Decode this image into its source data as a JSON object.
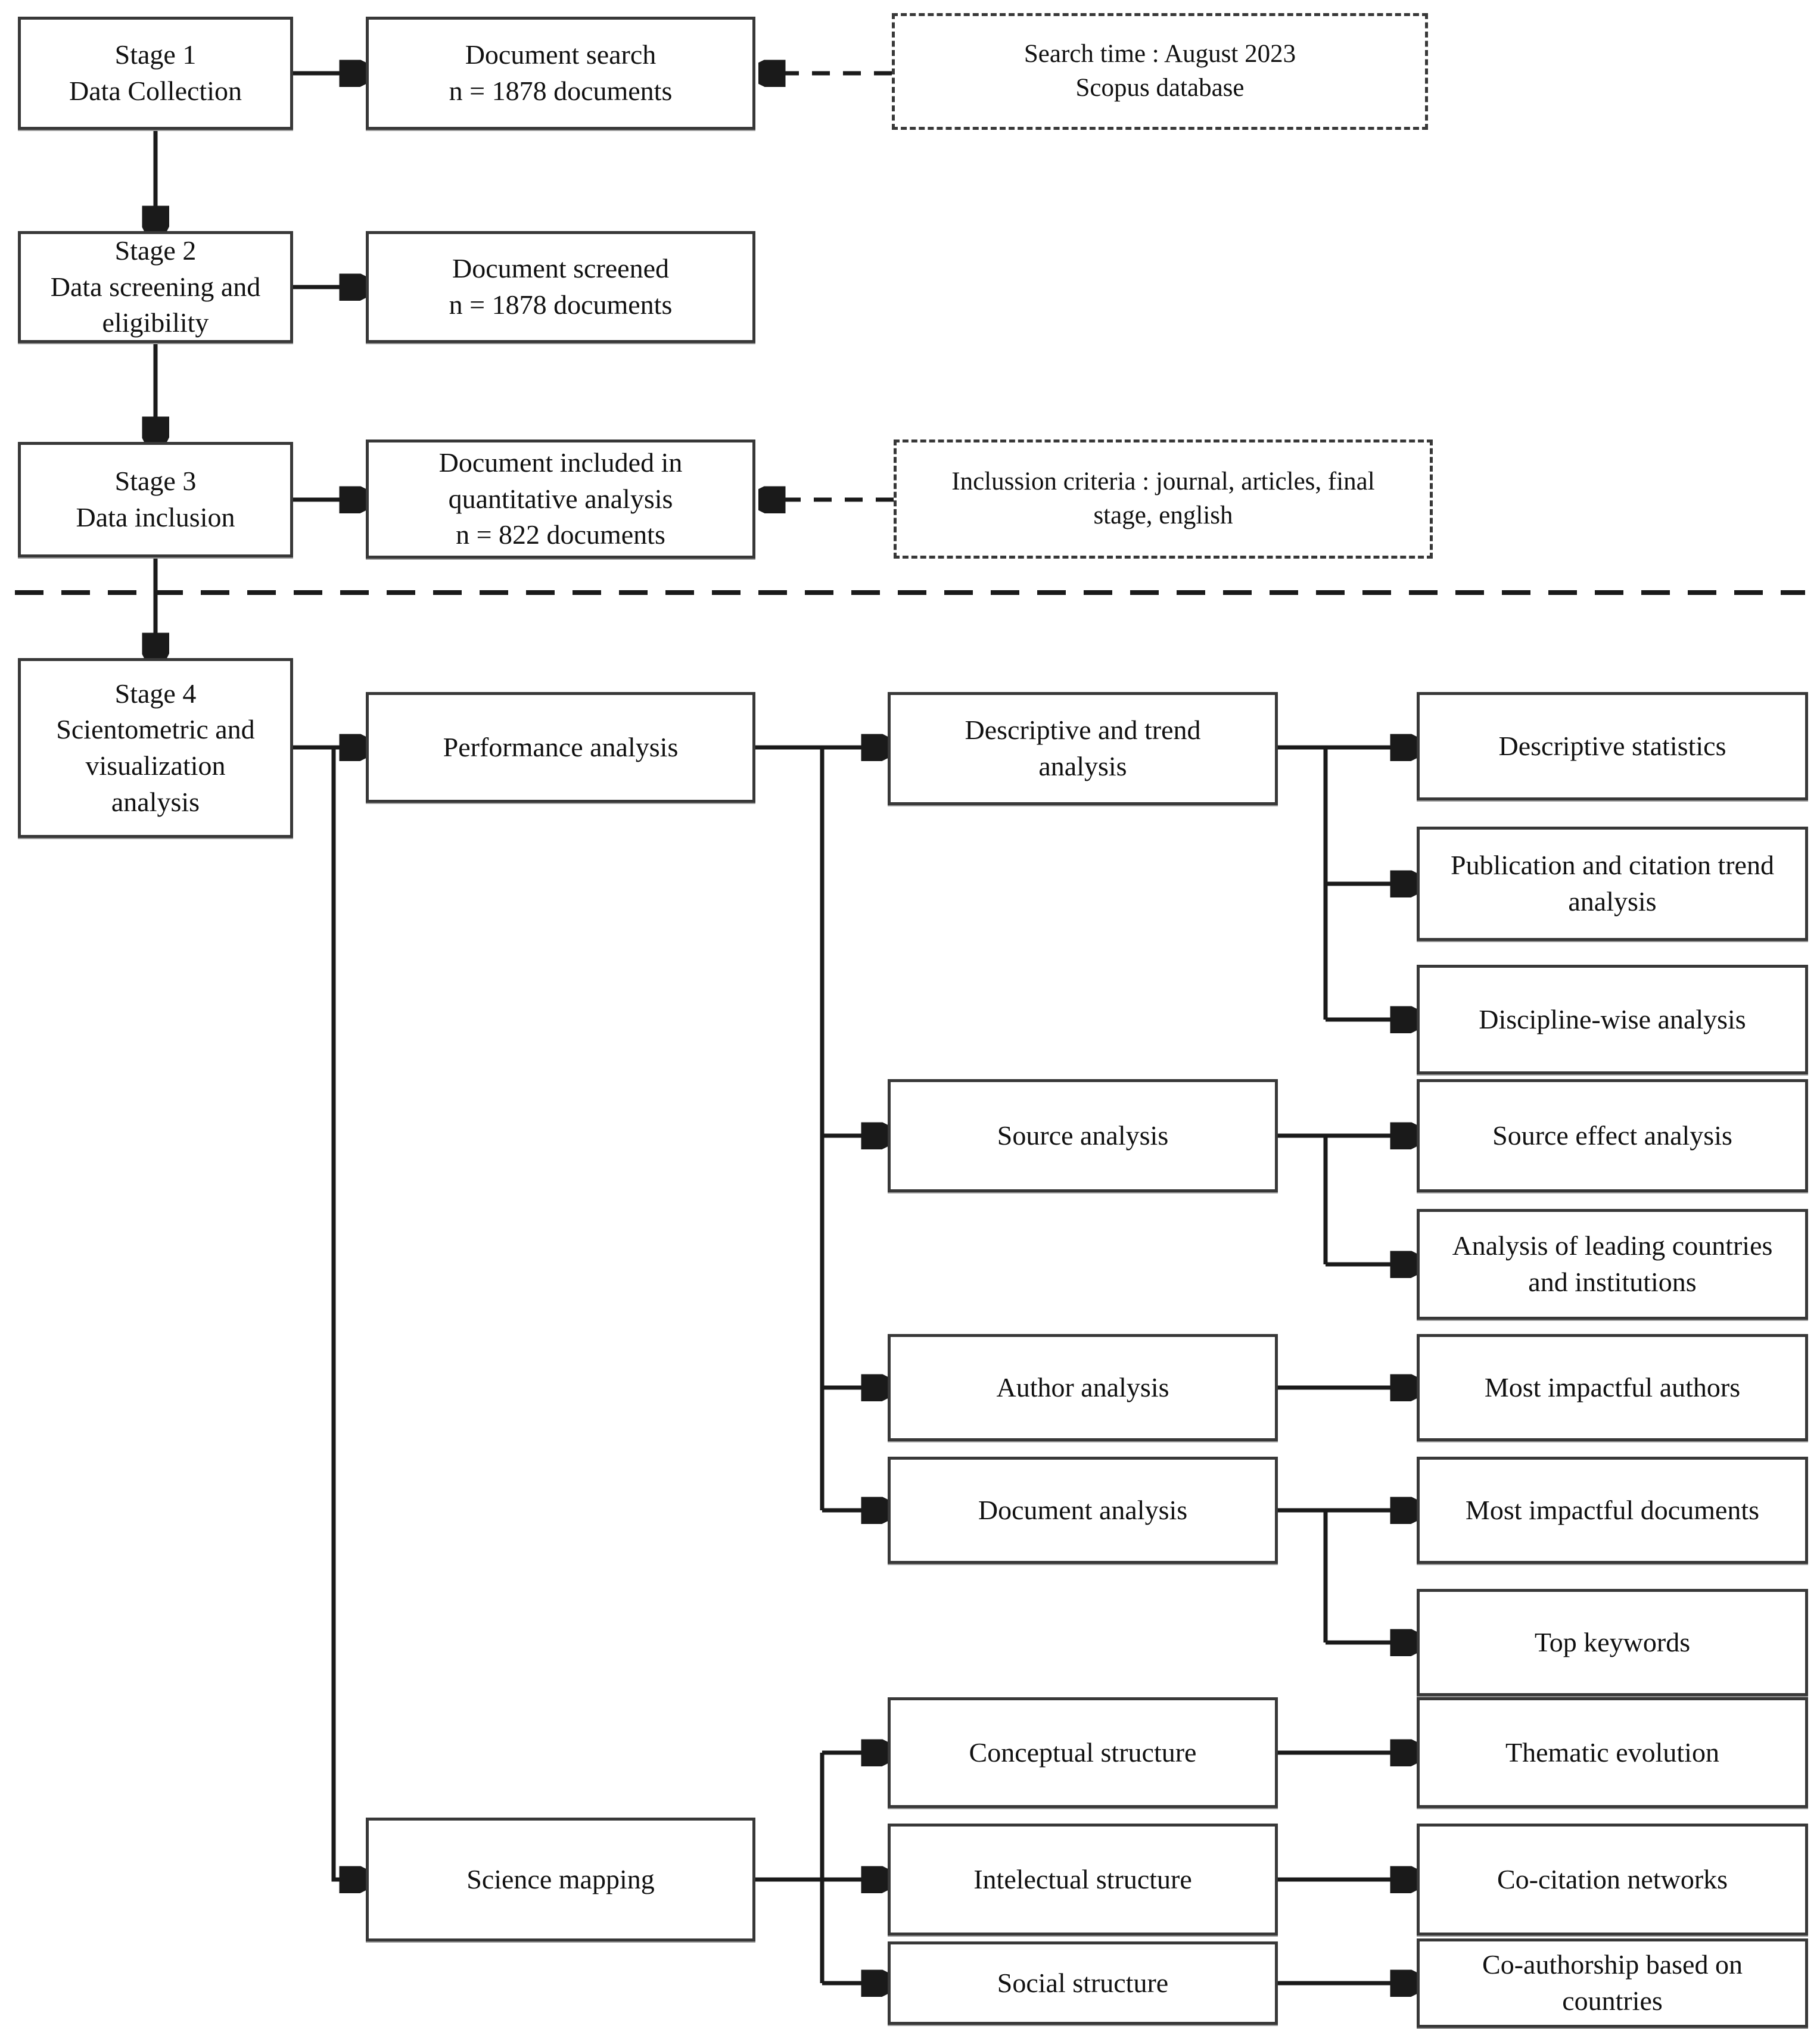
{
  "colors": {
    "background": "#ffffff",
    "line": "#1a1a1a",
    "box_border": "#383838",
    "text": "#111111"
  },
  "nodes": {
    "stage1": {
      "label": "Stage 1\nData Collection"
    },
    "doc_search": {
      "label": "Document search\nn = 1878 documents"
    },
    "search_time": {
      "label": "Search time : August 2023\nScopus database"
    },
    "stage2": {
      "label": "Stage 2\nData screening and\neligibility"
    },
    "doc_screened": {
      "label": "Document screened\nn = 1878 documents"
    },
    "stage3": {
      "label": "Stage 3\nData inclusion"
    },
    "doc_included": {
      "label": "Document included in\nquantitative analysis\nn = 822 documents"
    },
    "inclusion_criteria": {
      "label": "Inclussion criteria : journal, articles, final\nstage, english"
    },
    "stage4": {
      "label": "Stage 4\nScientometric and\nvisualization\nanalysis"
    },
    "performance": {
      "label": "Performance analysis"
    },
    "desc_trend": {
      "label": "Descriptive and trend\nanalysis"
    },
    "desc_stats": {
      "label": "Descriptive statistics"
    },
    "pub_citation": {
      "label": "Publication and citation trend\nanalysis"
    },
    "discipline": {
      "label": "Discipline-wise analysis"
    },
    "source_analysis": {
      "label": "Source analysis"
    },
    "source_effect": {
      "label": "Source effect analysis"
    },
    "leading_countries": {
      "label": "Analysis of leading countries\nand institutions"
    },
    "author_analysis": {
      "label": "Author analysis"
    },
    "impactful_authors": {
      "label": "Most impactful authors"
    },
    "document_analysis": {
      "label": "Document analysis"
    },
    "impactful_docs": {
      "label": "Most impactful documents"
    },
    "top_keywords": {
      "label": "Top keywords"
    },
    "conceptual": {
      "label": "Conceptual structure"
    },
    "thematic": {
      "label": "Thematic evolution"
    },
    "science_mapping": {
      "label": "Science mapping"
    },
    "intelectual": {
      "label": "Intelectual structure"
    },
    "cocitation": {
      "label": "Co-citation networks"
    },
    "social": {
      "label": "Social structure"
    },
    "coauthorship": {
      "label": "Co-authorship based on\ncountries"
    }
  },
  "edges": [
    {
      "from": "stage1",
      "to": "doc_search",
      "style": "solid"
    },
    {
      "from": "search_time",
      "to": "doc_search",
      "style": "dashed"
    },
    {
      "from": "stage1",
      "to": "stage2",
      "style": "solid"
    },
    {
      "from": "stage2",
      "to": "doc_screened",
      "style": "solid"
    },
    {
      "from": "stage2",
      "to": "stage3",
      "style": "solid"
    },
    {
      "from": "stage3",
      "to": "doc_included",
      "style": "solid"
    },
    {
      "from": "inclusion_criteria",
      "to": "doc_included",
      "style": "dashed"
    },
    {
      "from": "stage3",
      "to": "stage4",
      "style": "solid"
    },
    {
      "from": "stage4",
      "to": "performance",
      "style": "solid"
    },
    {
      "from": "stage4",
      "to": "science_mapping",
      "style": "solid"
    },
    {
      "from": "performance",
      "to": "desc_trend",
      "style": "solid"
    },
    {
      "from": "performance",
      "to": "source_analysis",
      "style": "solid"
    },
    {
      "from": "performance",
      "to": "author_analysis",
      "style": "solid"
    },
    {
      "from": "performance",
      "to": "document_analysis",
      "style": "solid"
    },
    {
      "from": "desc_trend",
      "to": "desc_stats",
      "style": "solid"
    },
    {
      "from": "desc_trend",
      "to": "pub_citation",
      "style": "solid"
    },
    {
      "from": "desc_trend",
      "to": "discipline",
      "style": "solid"
    },
    {
      "from": "source_analysis",
      "to": "source_effect",
      "style": "solid"
    },
    {
      "from": "source_analysis",
      "to": "leading_countries",
      "style": "solid"
    },
    {
      "from": "author_analysis",
      "to": "impactful_authors",
      "style": "solid"
    },
    {
      "from": "document_analysis",
      "to": "impactful_docs",
      "style": "solid"
    },
    {
      "from": "document_analysis",
      "to": "top_keywords",
      "style": "solid"
    },
    {
      "from": "science_mapping",
      "to": "conceptual",
      "style": "solid"
    },
    {
      "from": "science_mapping",
      "to": "intelectual",
      "style": "solid"
    },
    {
      "from": "science_mapping",
      "to": "social",
      "style": "solid"
    },
    {
      "from": "conceptual",
      "to": "thematic",
      "style": "solid"
    },
    {
      "from": "intelectual",
      "to": "cocitation",
      "style": "solid"
    },
    {
      "from": "social",
      "to": "coauthorship",
      "style": "solid"
    }
  ]
}
